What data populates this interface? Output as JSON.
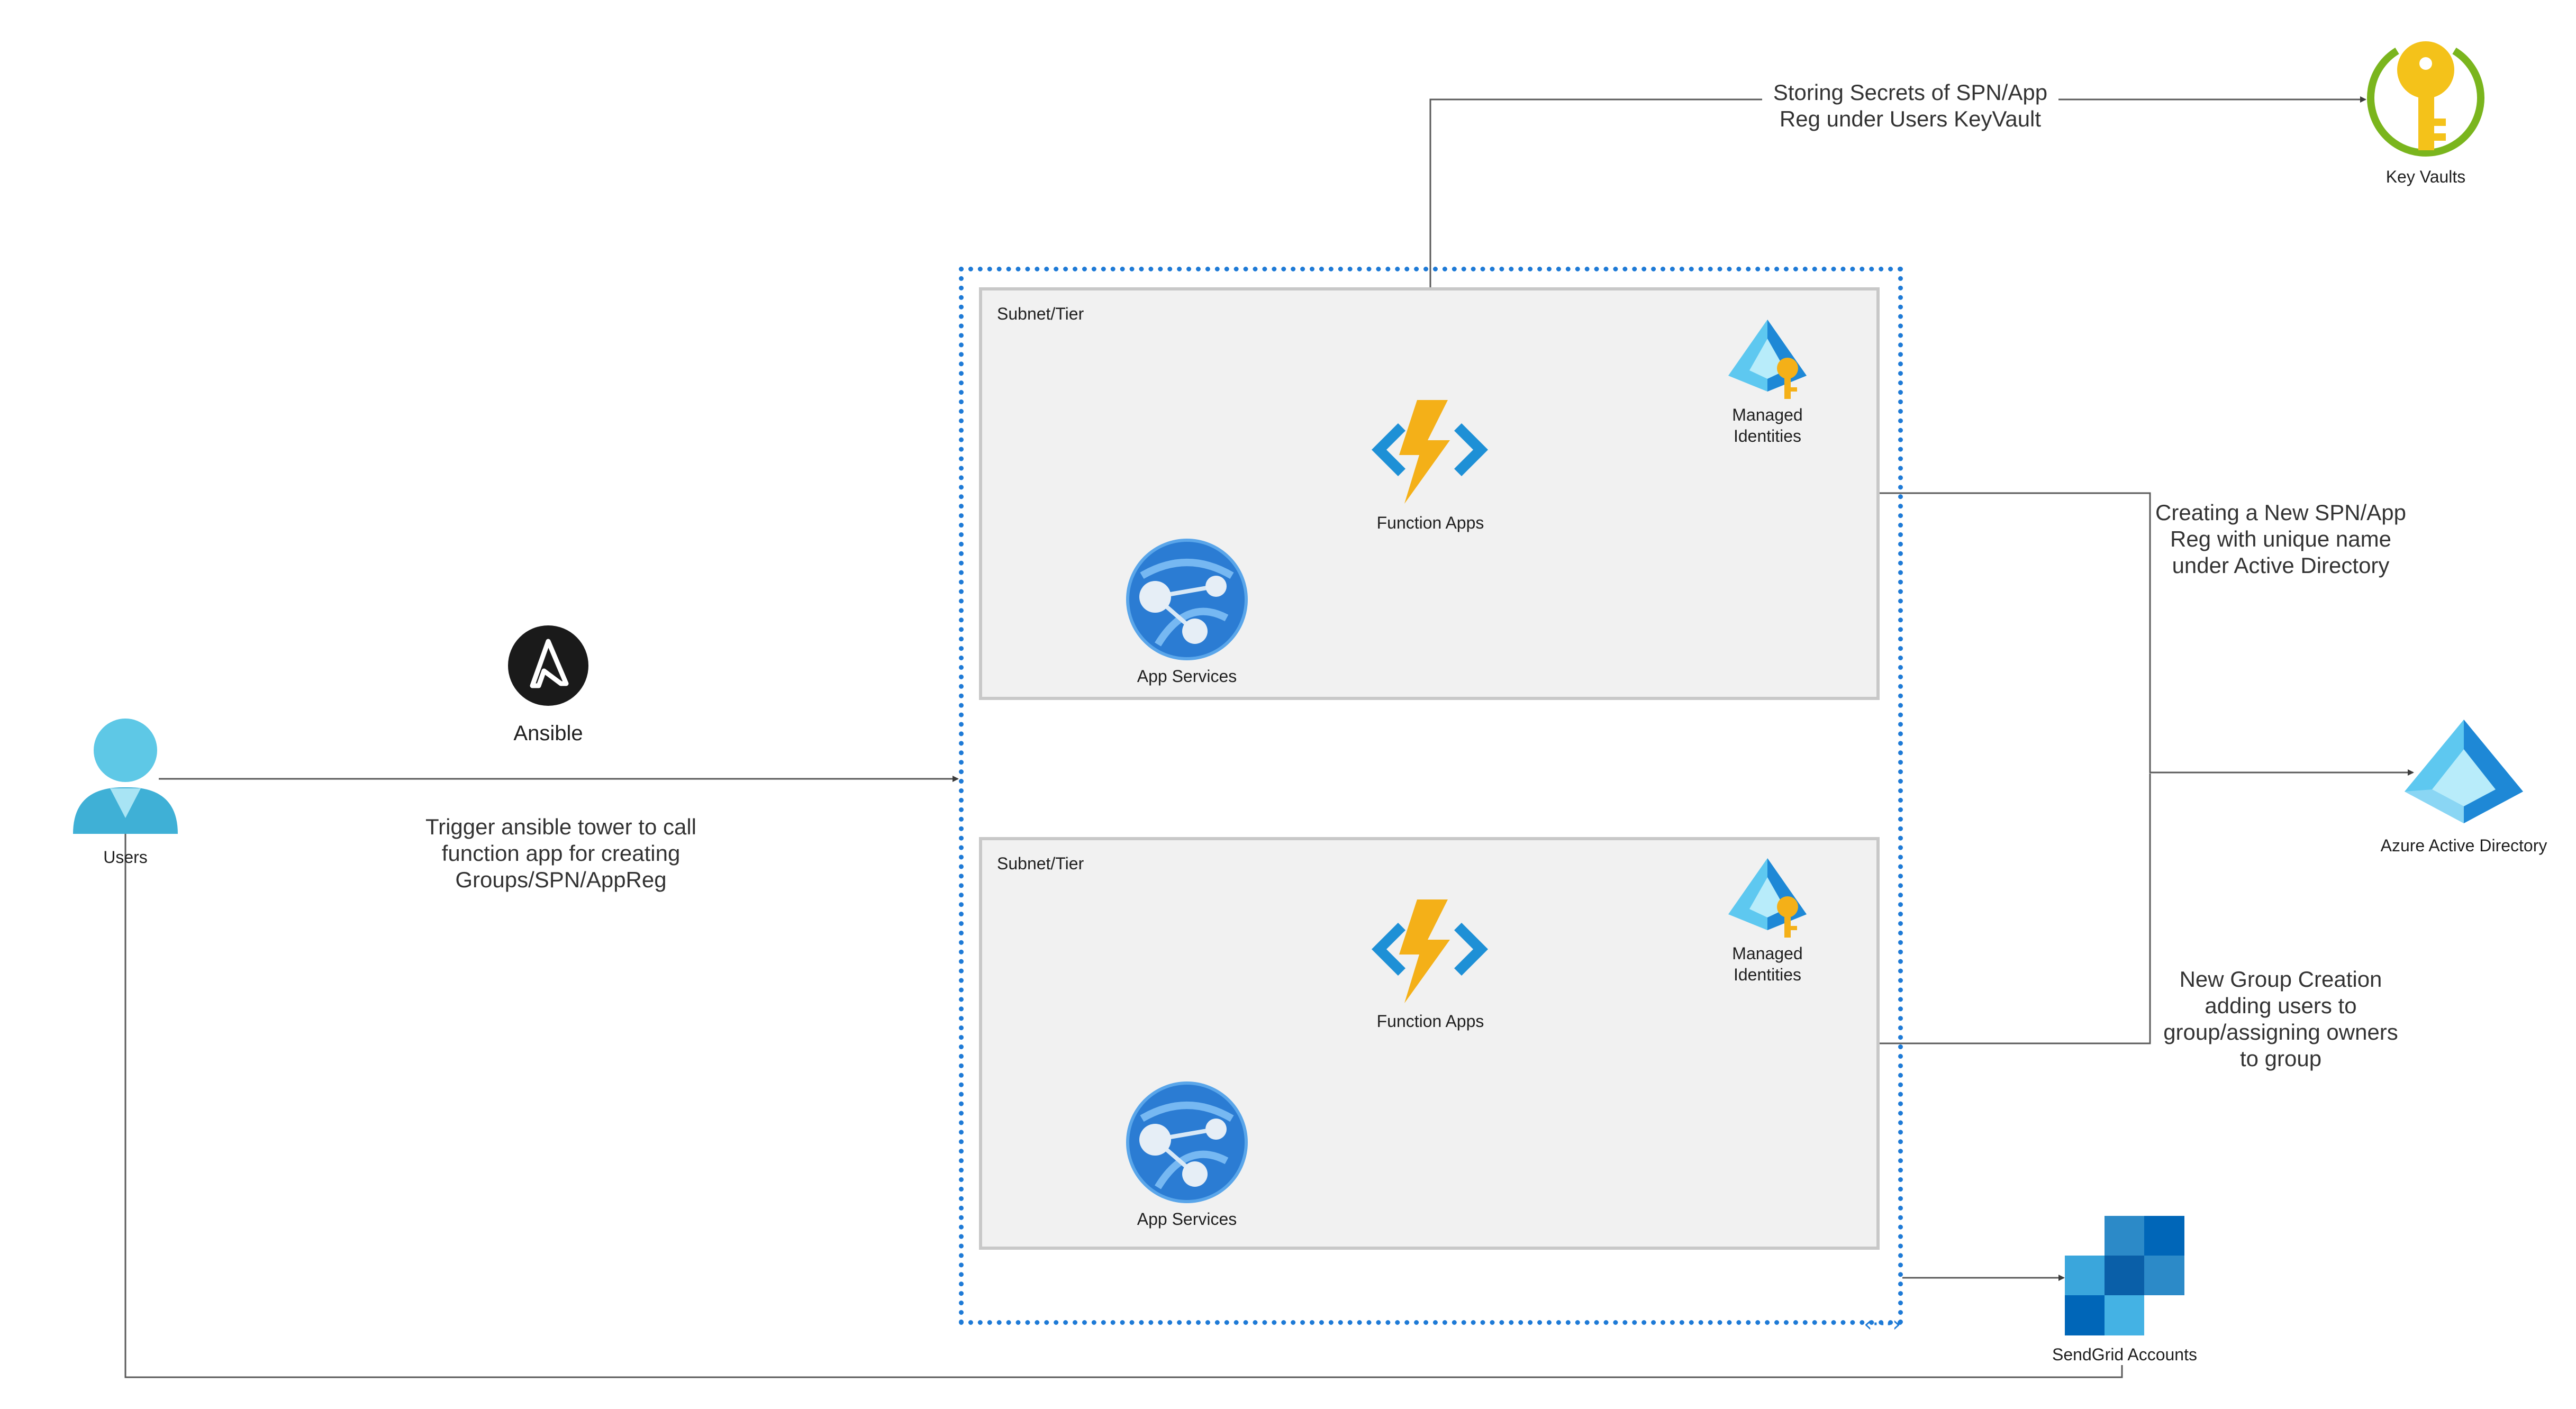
{
  "nodes": {
    "users": "Users",
    "ansible": "Ansible",
    "key_vaults": "Key Vaults",
    "azure_ad": "Azure Active Directory",
    "sendgrid": "SendGrid Accounts"
  },
  "subnets": [
    {
      "title": "Subnet/Tier",
      "function_apps": "Function Apps",
      "managed_identities": "Managed\nIdentities",
      "app_services": "App Services"
    },
    {
      "title": "Subnet/Tier",
      "function_apps": "Function Apps",
      "managed_identities": "Managed\nIdentities",
      "app_services": "App Services"
    }
  ],
  "edge_labels": {
    "trigger": "Trigger ansible tower to call\nfunction app for creating\nGroups/SPN/AppReg",
    "secrets": "Storing Secrets of SPN/App\nReg under Users KeyVault",
    "create_spn": "Creating a New SPN/App\nReg with unique name\nunder Active Directory",
    "group": "New Group Creation\nadding users to\ngroup/assigning owners\nto group"
  },
  "colors": {
    "vnet_border": "#1e7ad6",
    "subnet_fill": "#f1f1f1",
    "subnet_border": "#c8c8c8",
    "connector": "#5a5a5a"
  },
  "icons": {
    "users": "user-icon",
    "ansible": "ansible-logo-icon",
    "key_vaults": "key-vault-icon",
    "azure_ad": "azure-ad-pyramid-icon",
    "sendgrid": "sendgrid-icon",
    "function_apps": "lightning-bolt-icon",
    "managed_identities": "managed-identity-icon",
    "app_services": "globe-network-icon",
    "vnet": "virtual-network-icon"
  }
}
